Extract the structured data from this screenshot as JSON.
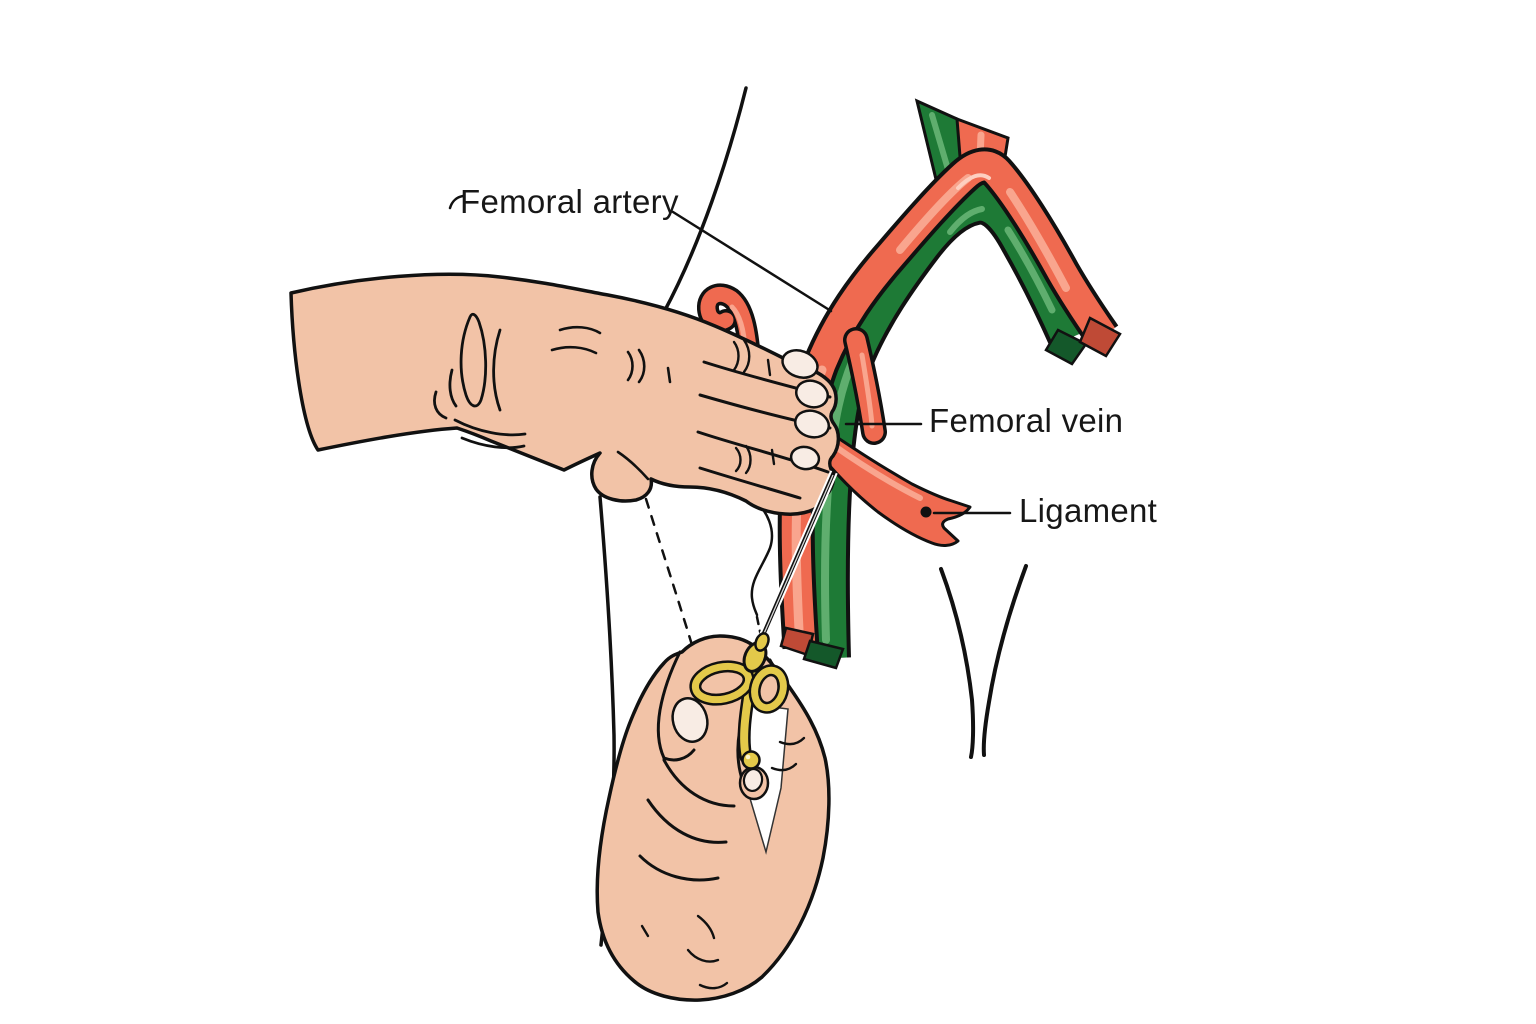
{
  "figure": {
    "labels": {
      "femoral_artery": "Femoral artery",
      "femoral_vein": "Femoral vein",
      "ligament": "Ligament"
    },
    "elements": [
      "palpating-hand-icon",
      "syringe-hand-icon",
      "control-syringe-icon",
      "needle-icon",
      "femoral-artery-vessel",
      "femoral-vein-vessel",
      "inguinal-ligament-shape",
      "groin-crease-dashed-lines",
      "body-outline-lines"
    ],
    "colors": {
      "artery": "#ef6a50",
      "artery_light": "#f9a58e",
      "artery_lighter": "#fdcfc0",
      "artery_dark": "#bf4a36",
      "vein": "#1e7a36",
      "vein_light": "#5fae6e",
      "vein_dark": "#14582a",
      "skin": "#f2c3a7",
      "nail": "#f8ece4",
      "gold": "#e3c94a",
      "outline": "#111111",
      "bg": "#ffffff"
    }
  }
}
